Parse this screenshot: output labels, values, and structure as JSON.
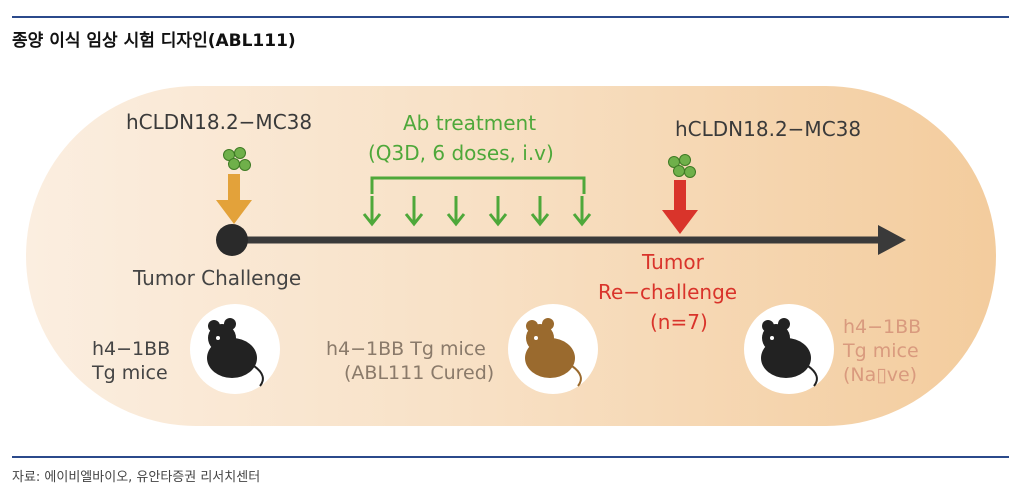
{
  "header": {
    "title": "종양 이식 임상 시험 디자인(ABL111)"
  },
  "diagram": {
    "left_tumor": {
      "label": "hCLDN18.2−MC38"
    },
    "treatment": {
      "line1": "Ab treatment",
      "line2": "(Q3D, 6 doses, i.v)",
      "doses": 6
    },
    "right_tumor": {
      "label": "hCLDN18.2−MC38"
    },
    "tumor_challenge": {
      "label": "Tumor Challenge"
    },
    "rechallenge": {
      "line1": "Tumor",
      "line2": "Re−challenge",
      "line3": "(n=7)"
    },
    "mouse_left": {
      "line1": "h4−1BB",
      "line2": "Tg mice"
    },
    "mouse_mid": {
      "line1": "h4−1BB Tg mice",
      "line2": "(ABL111 Cured)"
    },
    "mouse_right": {
      "line1": "h4−1BB",
      "line2": "Tg mice",
      "line3": "(Na▯ve)"
    },
    "colors": {
      "timeline": "#3a3a3a",
      "left_arrow": "#e3a23a",
      "treatment_green": "#4ea83a",
      "rechallenge_red": "#d9342b",
      "mouse_dark": "#222222",
      "mouse_brown": "#9a6a2e",
      "salmon_text": "#d99a7e"
    }
  },
  "footer": {
    "source": "자료: 에이비엘바이오, 유안타증권 리서치센터"
  }
}
